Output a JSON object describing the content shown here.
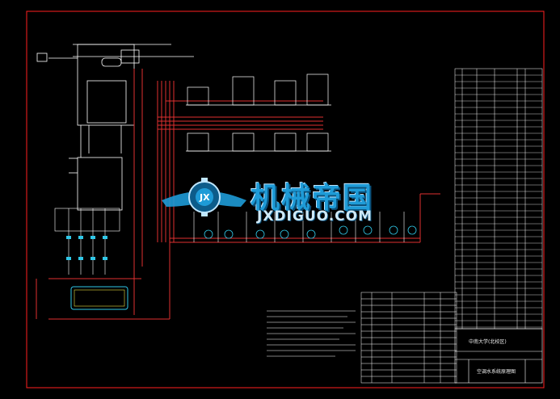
{
  "watermark": {
    "name_cn": "机械帝国",
    "url": "JXDIGUO.COM",
    "logo_letters": "JX"
  },
  "title_block": {
    "project": "中南大学(北校区)",
    "drawing_title": "空调水系统原理图"
  },
  "colors": {
    "background": "#000000",
    "frame": "#ff2020",
    "lines": "#ffffff",
    "pipes_red": "#e03030",
    "pipes_cyan": "#30c8e8",
    "pipes_yellow": "#e8e040",
    "watermark": "#1e9bd7"
  }
}
